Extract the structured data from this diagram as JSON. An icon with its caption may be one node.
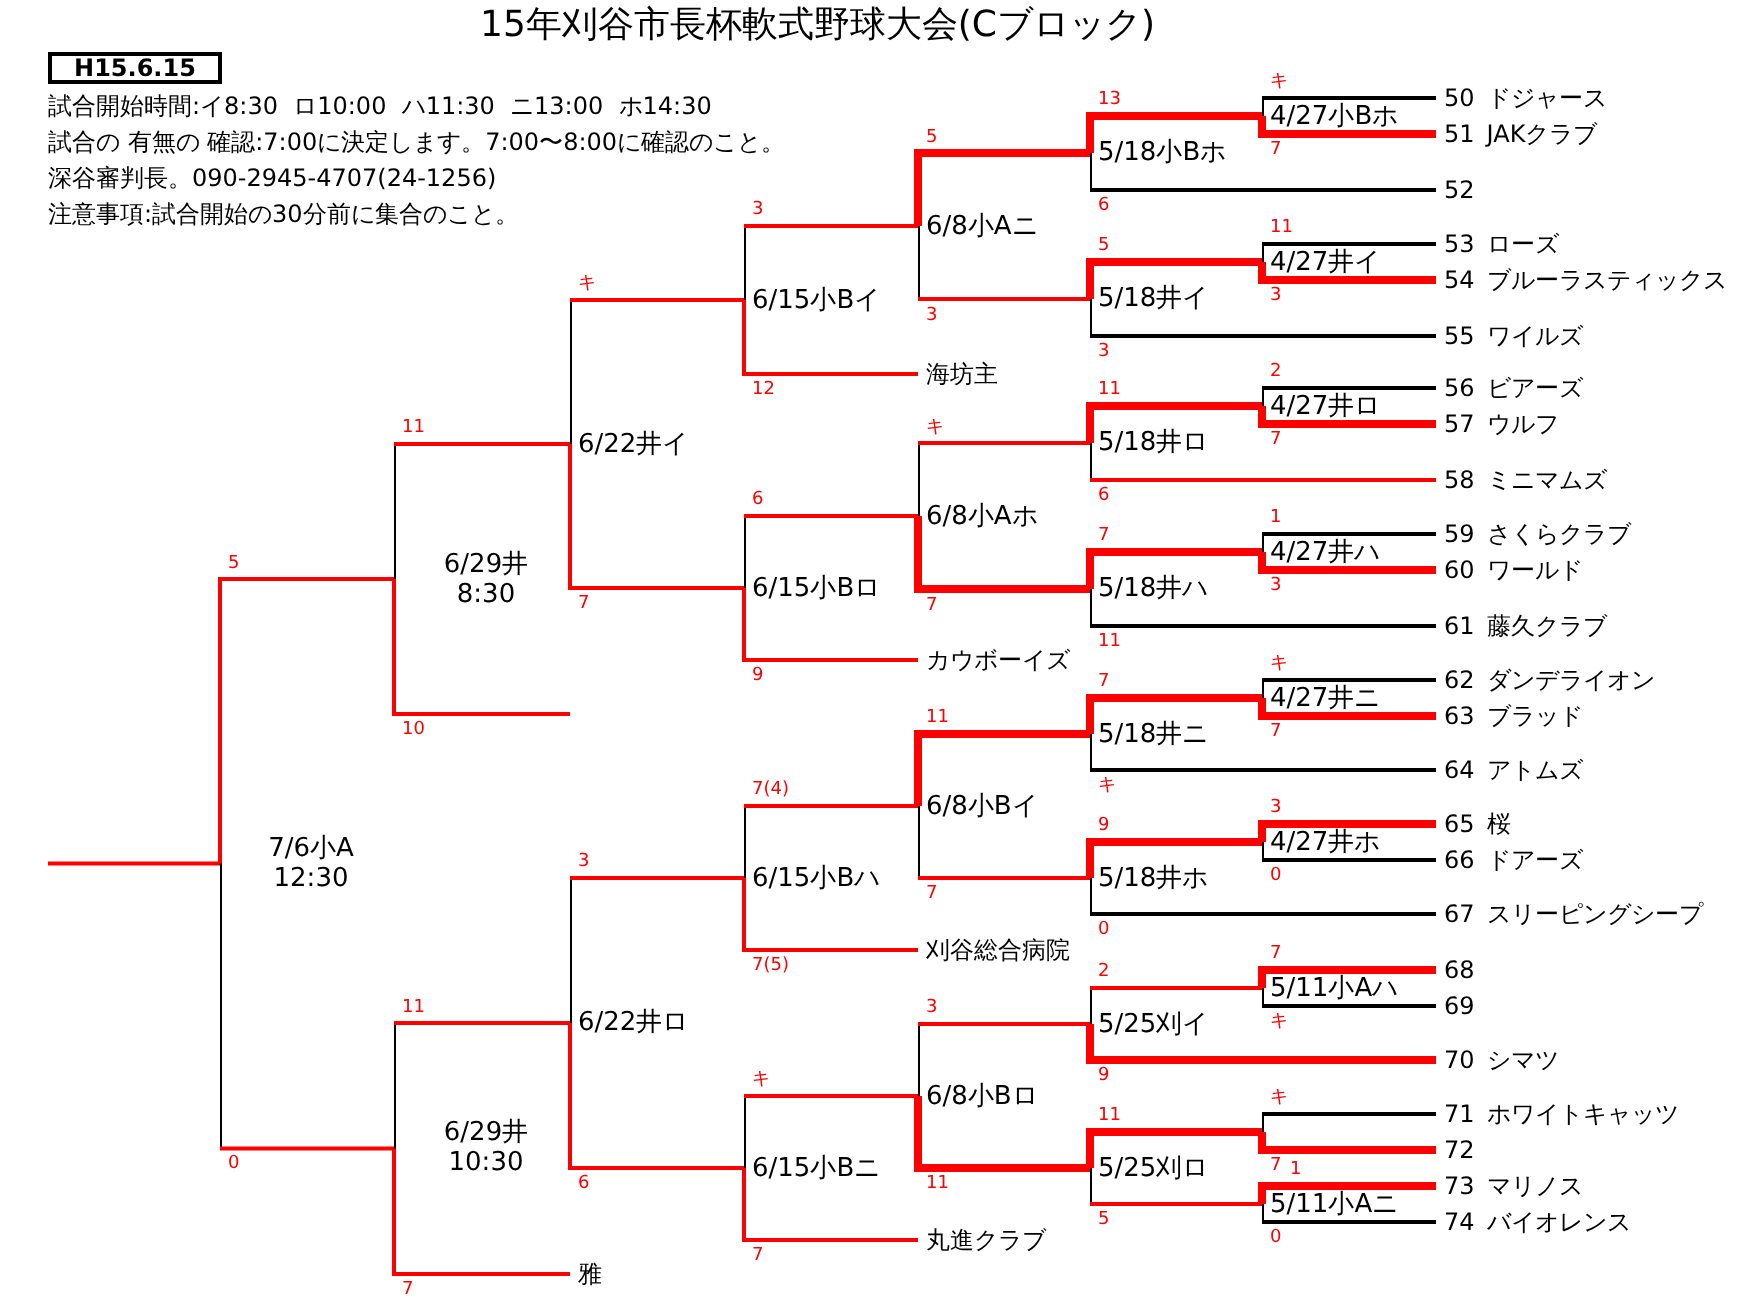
{
  "diagram": {
    "title": "15年刈谷市長杯軟式野球大会(Cブロック)",
    "nodes": [
      {
        "text": [
          "7/6小A",
          "12:30"
        ]
      },
      {
        "text": [
          "6/29井",
          "8:30"
        ]
      },
      {
        "text": [
          "6/29井",
          "10:30"
        ]
      },
      {
        "text": [
          "6/22井イ"
        ]
      },
      {
        "text": [
          "6/22井ロ"
        ]
      },
      {
        "text": [
          "6/15小Bイ"
        ]
      },
      {
        "text": [
          "6/15小Bロ"
        ]
      },
      {
        "text": [
          "6/15小Bハ"
        ]
      },
      {
        "text": [
          "6/15小Bニ"
        ]
      },
      {
        "text": [
          "6/8小Aニ"
        ]
      },
      {
        "text": [
          "6/8小Aホ"
        ]
      },
      {
        "text": [
          "6/8小Bイ"
        ]
      },
      {
        "text": [
          "6/8小Bロ"
        ]
      },
      {
        "text": [
          "5/18小Bホ"
        ]
      },
      {
        "text": [
          "5/18井イ"
        ]
      },
      {
        "text": [
          "5/18井ロ"
        ]
      },
      {
        "text": [
          "5/18井ハ"
        ]
      },
      {
        "text": [
          "5/18井ニ"
        ]
      },
      {
        "text": [
          "5/18井ホ"
        ]
      },
      {
        "text": [
          "5/25刈イ"
        ]
      },
      {
        "text": [
          "5/25刈ロ"
        ]
      },
      {
        "text": [
          "4/27小Bホ"
        ]
      },
      {
        "text": [
          "4/27井イ"
        ]
      },
      {
        "text": [
          "4/27井ロ"
        ]
      },
      {
        "text": [
          "4/27井ハ"
        ]
      },
      {
        "text": [
          "4/27井ニ"
        ]
      },
      {
        "text": [
          "4/27井ホ"
        ]
      },
      {
        "text": [
          "5/11小Aハ"
        ]
      },
      {
        "text": [],
        "shape": "bar"
      },
      {
        "text": [
          "5/11小Aニ"
        ]
      },
      {
        "text": [
          "海坊主"
        ]
      },
      {
        "text": [
          "カウボーイズ"
        ]
      },
      {
        "text": [
          "刈谷総合病院"
        ]
      },
      {
        "text": [
          "丸進クラブ"
        ]
      },
      {
        "text": [
          "雅"
        ]
      },
      {
        "text": [
          "50",
          "ドジャース"
        ]
      },
      {
        "text": [
          "51",
          "JAKクラブ"
        ]
      },
      {
        "text": [
          "52"
        ]
      },
      {
        "text": [
          "53",
          "ローズ"
        ]
      },
      {
        "text": [
          "54",
          "ブルーラスティックス"
        ]
      },
      {
        "text": [
          "55",
          "ワイルズ"
        ]
      },
      {
        "text": [
          "56",
          "ビアーズ"
        ]
      },
      {
        "text": [
          "57",
          "ウルフ"
        ]
      },
      {
        "text": [
          "58",
          "ミニマムズ"
        ]
      },
      {
        "text": [
          "59",
          "さくらクラブ"
        ]
      },
      {
        "text": [
          "60",
          "ワールド"
        ]
      },
      {
        "text": [
          "61",
          "藤久クラブ"
        ]
      },
      {
        "text": [
          "62",
          "ダンデライオン"
        ]
      },
      {
        "text": [
          "63",
          "ブラッド"
        ]
      },
      {
        "text": [
          "64",
          "アトムズ"
        ]
      },
      {
        "text": [
          "65",
          "桜"
        ]
      },
      {
        "text": [
          "66",
          "ドアーズ"
        ]
      },
      {
        "text": [
          "67",
          "スリーピングシープ"
        ]
      },
      {
        "text": [
          "68"
        ]
      },
      {
        "text": [
          "69"
        ]
      },
      {
        "text": [
          "70",
          "シマツ"
        ]
      },
      {
        "text": [
          "71",
          "ホワイトキャッツ"
        ]
      },
      {
        "text": [
          "72"
        ]
      },
      {
        "text": [
          "73",
          "マリノス"
        ]
      },
      {
        "text": [
          "74",
          "バイオレンス"
        ]
      },
      {
        "text": [
          "H15.6.15"
        ]
      }
    ],
    "edges": [
      {
        "from": 0,
        "to": null,
        "arrow": "none"
      },
      {
        "from": 1,
        "to": 0,
        "arrow": "none",
        "label": "5"
      },
      {
        "from": 2,
        "to": 0,
        "arrow": "none",
        "label": "0"
      },
      {
        "from": 3,
        "to": 1,
        "arrow": "none",
        "label": "11"
      },
      {
        "from": null,
        "to": 1,
        "arrow": "none",
        "label": "10"
      },
      {
        "from": 4,
        "to": 2,
        "arrow": "none",
        "label": "11"
      },
      {
        "from": 34,
        "to": 2,
        "arrow": "none",
        "label": "7"
      },
      {
        "from": 5,
        "to": 3,
        "arrow": "none",
        "label": "キ"
      },
      {
        "from": 6,
        "to": 3,
        "arrow": "none",
        "label": "7"
      },
      {
        "from": 7,
        "to": 4,
        "arrow": "none",
        "label": "3"
      },
      {
        "from": 8,
        "to": 4,
        "arrow": "none",
        "label": "6"
      },
      {
        "from": 9,
        "to": 5,
        "arrow": "none",
        "label": "3"
      },
      {
        "from": 30,
        "to": 5,
        "arrow": "none",
        "label": "12"
      },
      {
        "from": 10,
        "to": 6,
        "arrow": "none",
        "label": "6"
      },
      {
        "from": 31,
        "to": 6,
        "arrow": "none",
        "label": "9"
      },
      {
        "from": 11,
        "to": 7,
        "arrow": "none",
        "label": "7(4)"
      },
      {
        "from": 32,
        "to": 7,
        "arrow": "none",
        "label": "7(5)"
      },
      {
        "from": 12,
        "to": 8,
        "arrow": "none",
        "label": "キ"
      },
      {
        "from": 33,
        "to": 8,
        "arrow": "none",
        "label": "7"
      },
      {
        "from": 13,
        "to": 9,
        "arrow": "none",
        "label": "5",
        "style": "thick"
      },
      {
        "from": 14,
        "to": 9,
        "arrow": "none",
        "label": "3"
      },
      {
        "from": 15,
        "to": 10,
        "arrow": "none",
        "label": "キ"
      },
      {
        "from": 16,
        "to": 10,
        "arrow": "none",
        "label": "7",
        "style": "thick"
      },
      {
        "from": 17,
        "to": 11,
        "arrow": "none",
        "label": "11",
        "style": "thick"
      },
      {
        "from": 18,
        "to": 11,
        "arrow": "none",
        "label": "7"
      },
      {
        "from": 19,
        "to": 12,
        "arrow": "none",
        "label": "3"
      },
      {
        "from": 20,
        "to": 12,
        "arrow": "none",
        "label": "11",
        "style": "thick"
      },
      {
        "from": 21,
        "to": 13,
        "arrow": "none",
        "label": "13",
        "style": "thick"
      },
      {
        "from": 37,
        "to": 13,
        "arrow": "none",
        "label": "6",
        "color": "#000000"
      },
      {
        "from": 22,
        "to": 14,
        "arrow": "none",
        "label": "5",
        "style": "thick"
      },
      {
        "from": 40,
        "to": 14,
        "arrow": "none",
        "label": "3",
        "color": "#000000"
      },
      {
        "from": 23,
        "to": 15,
        "arrow": "none",
        "label": "11",
        "style": "thick"
      },
      {
        "from": 43,
        "to": 15,
        "arrow": "none",
        "label": "6"
      },
      {
        "from": 24,
        "to": 16,
        "arrow": "none",
        "label": "7",
        "style": "thick"
      },
      {
        "from": 46,
        "to": 16,
        "arrow": "none",
        "label": "11",
        "color": "#000000"
      },
      {
        "from": 25,
        "to": 17,
        "arrow": "none",
        "label": "7",
        "style": "thick"
      },
      {
        "from": 49,
        "to": 17,
        "arrow": "none",
        "label": "キ",
        "color": "#000000"
      },
      {
        "from": 26,
        "to": 18,
        "arrow": "none",
        "label": "9",
        "style": "thick"
      },
      {
        "from": 52,
        "to": 18,
        "arrow": "none",
        "label": "0",
        "color": "#000000"
      },
      {
        "from": 27,
        "to": 19,
        "arrow": "none",
        "label": "2"
      },
      {
        "from": 55,
        "to": 19,
        "arrow": "none",
        "label": "9",
        "style": "thick"
      },
      {
        "from": 28,
        "to": 20,
        "arrow": "none",
        "label": "11",
        "style": "thick"
      },
      {
        "from": 29,
        "to": 20,
        "arrow": "none",
        "label": "5"
      },
      {
        "from": 35,
        "to": 21,
        "arrow": "none",
        "label": "キ",
        "color": "#000000"
      },
      {
        "from": 36,
        "to": 21,
        "arrow": "none",
        "label": "7",
        "style": "thick"
      },
      {
        "from": 38,
        "to": 22,
        "arrow": "none",
        "label": "11",
        "color": "#000000"
      },
      {
        "from": 39,
        "to": 22,
        "arrow": "none",
        "label": "3",
        "style": "thick"
      },
      {
        "from": 41,
        "to": 23,
        "arrow": "none",
        "label": "2",
        "color": "#000000"
      },
      {
        "from": 42,
        "to": 23,
        "arrow": "none",
        "label": "7",
        "style": "thick"
      },
      {
        "from": 44,
        "to": 24,
        "arrow": "none",
        "label": "1",
        "color": "#000000"
      },
      {
        "from": 45,
        "to": 24,
        "arrow": "none",
        "label": "3",
        "style": "thick"
      },
      {
        "from": 47,
        "to": 25,
        "arrow": "none",
        "label": "キ",
        "color": "#000000"
      },
      {
        "from": 48,
        "to": 25,
        "arrow": "none",
        "label": "7",
        "style": "thick"
      },
      {
        "from": 50,
        "to": 26,
        "arrow": "none",
        "label": "3",
        "style": "thick"
      },
      {
        "from": 51,
        "to": 26,
        "arrow": "none",
        "label": "0",
        "color": "#000000"
      },
      {
        "from": 53,
        "to": 27,
        "arrow": "none",
        "label": "7",
        "style": "thick"
      },
      {
        "from": 54,
        "to": 27,
        "arrow": "none",
        "label": "キ",
        "color": "#000000"
      },
      {
        "from": 56,
        "to": 28,
        "arrow": "none",
        "label": "キ",
        "color": "#000000"
      },
      {
        "from": 57,
        "to": 28,
        "arrow": "none",
        "label": "7",
        "style": "thick"
      },
      {
        "from": 58,
        "to": 29,
        "arrow": "none",
        "label": "1",
        "style": "thick"
      },
      {
        "from": 59,
        "to": 29,
        "arrow": "none",
        "label": "0",
        "color": "#000000"
      }
    ],
    "labels": [
      "試合開始時間:イ8:30  ロ10:00  ハ11:30  ニ13:00  ホ14:30",
      "試合の 有無の 確認:7:00に決定します。7:00〜8:00に確認のこと。",
      "深谷審判長。090-2945-4707(24-1256)",
      "注意事項:試合開始の30分前に集合のこと。"
    ]
  }
}
